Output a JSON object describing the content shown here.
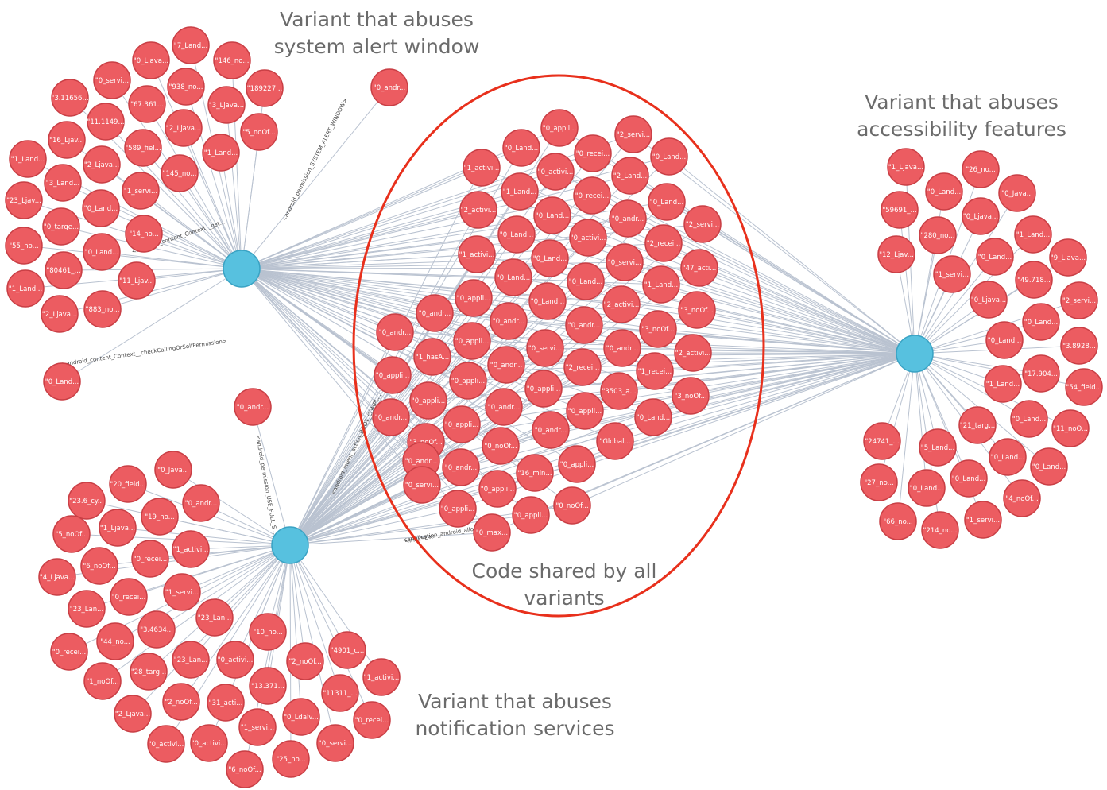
{
  "colors": {
    "node_fill": "#ec5c61",
    "node_stroke": "#c93f45",
    "hub_fill": "#57c1df",
    "hub_stroke": "#3aa3c4",
    "edge": "#b9c2d0",
    "edge_text": "#4a4a4a",
    "highlight_ellipse": "#e8301c",
    "label_text": "#6b6b6b"
  },
  "labels": {
    "system_alert": [
      "Variant that abuses",
      "system alert window"
    ],
    "accessibility": [
      "Variant that abuses",
      "accessibility features"
    ],
    "notification": [
      "Variant that abuses",
      "notification services"
    ],
    "shared": [
      "Code shared by all",
      "variants"
    ]
  },
  "edge_labels": [
    "<android_permission_SYSTEM_ALERT_WINDOW>",
    "<android_permission_USE_FULL_S...",
    "<Landroid_content_Context__checkCallingOrSelfPermission>",
    "<Landroid_content_Context__get...",
    "<android_intent_action_BOOT_COMPL...",
    "<application_android_allowBackup>",
    "<maxSDK>"
  ],
  "clusters": {
    "system_alert": [
      "\"7_Land...",
      "\"0_Ljava...",
      "\"146_no...",
      "\"0_servi...",
      "\"938_no...",
      "\"189227...",
      "\"3.11656...",
      "\"67.361...",
      "\"3_Ljava...",
      "\"11.1149...",
      "\"2_Ljava...",
      "\"5_noOf...",
      "\"16_Ljav...",
      "\"589_fiel...",
      "\"1_Land...",
      "\"1_Land...",
      "\"2_Ljava...",
      "\"145_no...",
      "\"3_Land...",
      "\"1_servi...",
      "\"23_Ljav...",
      "\"0_Land...",
      "\"0_targe...",
      "\"14_no...",
      "\"55_no...",
      "\"0_Land...",
      "\"80461_...",
      "\"1_Land...",
      "\"11_Ljav...",
      "\"2_Ljava...",
      "\"883_no...",
      "\"0_Land...",
      "\"0_andr..."
    ],
    "shared": [
      "\"0_appli...",
      "\"2_servi...",
      "\"0_Land...",
      "\"0_recei...",
      "\"0_Land...",
      "\"1_activi...",
      "\"0_activi...",
      "\"2_Land...",
      "\"1_Land...",
      "\"0_recei...",
      "\"0_Land...",
      "\"2_activi...",
      "\"0_Land...",
      "\"0_andr...",
      "\"2_servi...",
      "\"0_Land...",
      "\"0_activi...",
      "\"2_recei...",
      "\"1_activi...",
      "\"0_Land...",
      "\"0_servi...",
      "\"47_acti...",
      "\"0_Land...",
      "\"0_Land...",
      "\"1_Land...",
      "\"0_appli...",
      "\"0_Land...",
      "\"2_activi...",
      "\"3_noOf...",
      "\"0_andr...",
      "\"0_andr...",
      "\"0_andr...",
      "\"3_noOf...",
      "\"0_andr...",
      "\"0_appli...",
      "\"0_andr...",
      "\"2_activi...",
      "\"1_hasA...",
      "\"0_andr...",
      "\"0_servi...",
      "\"1_recei...",
      "\"0_appli...",
      "\"0_appli...",
      "\"2_recei...",
      "\"3_noOf...",
      "\"0_appli...",
      "\"0_appli...",
      "\"3503_a...",
      "\"0_andr...",
      "\"0_appli...",
      "\"0_andr...",
      "\"0_Land...",
      "\"0_appli...",
      "\"3_noOf...",
      "\"0_andr...",
      "\"0_noOf...",
      "\"0_andr...",
      "\"Global...",
      "\"0_andr...",
      "\"0_appli...",
      "\"0_servi...",
      "\"16_min...",
      "\"0_appli...",
      "\"0_noOf...",
      "\"0_appli...",
      "\"0_appli...",
      "\"0_max..."
    ],
    "accessibility": [
      "\"1_Ljava...",
      "\"26_no...",
      "\"0_Land...",
      "\"0_Java...",
      "\"59691_...",
      "\"0_Ljava...",
      "\"1_Land...",
      "\"280_no...",
      "\"12_Ljav...",
      "\"0_Land...",
      "\"9_Ljava...",
      "\"1_servi...",
      "\"49.718...",
      "\"0_Ljava...",
      "\"2_servi...",
      "\"0_Land...",
      "\"0_Land...",
      "\"3.8928...",
      "\"17.904...",
      "\"54_field...",
      "\"1_Land...",
      "\"0_Land...",
      "\"11_noO...",
      "\"21_targ...",
      "\"24741_...",
      "\"5_Land...",
      "\"0_Land...",
      "\"0_Land...",
      "\"27_no...",
      "\"0_Land...",
      "\"0_Land...",
      "\"4_noOf...",
      "\"66_no...",
      "\"214_no...",
      "\"1_servi..."
    ],
    "notification": [
      "\"0_andr...",
      "\"0_Java...",
      "\"20_field...",
      "\"23.6_cy...",
      "\"0_andr...",
      "\"19_no...",
      "\"1_Ljava...",
      "\"5_noOf...",
      "\"0_recei...",
      "\"1_activi...",
      "\"6_noOf...",
      "\"4_Ljava...",
      "\"0_recei...",
      "\"1_servi...",
      "\"23_Lan...",
      "\"3.4634...",
      "\"23_Lan...",
      "\"44_no...",
      "\"10_no...",
      "\"0_recei...",
      "\"23_Lan...",
      "\"0_activi...",
      "\"2_noOf...",
      "\"4901_c...",
      "\"1_noOf...",
      "\"28_targ...",
      "\"13.371...",
      "\"1_activi...",
      "\"2_noOf...",
      "\"31_acti...",
      "\"11311_...",
      "\"2_Ljava...",
      "\"0_Ldalv...",
      "\"0_recei...",
      "\"1_servi...",
      "\"0_activi...",
      "\"0_activi...",
      "\"0_servi...",
      "\"6_noOf...",
      "\"25_no..."
    ]
  }
}
